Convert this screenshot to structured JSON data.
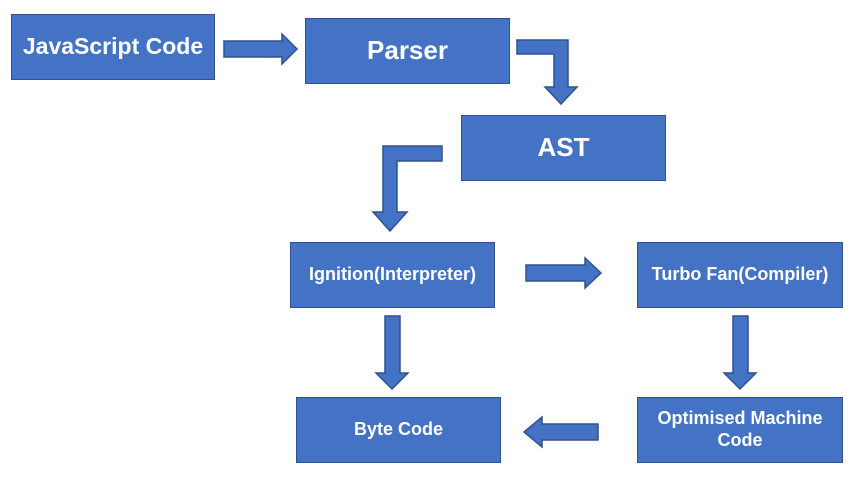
{
  "diagram": {
    "nodes": {
      "javascript_code": "JavaScript Code",
      "parser": "Parser",
      "ast": "AST",
      "ignition": "Ignition(Interpreter)",
      "turbofan": "Turbo Fan(Compiler)",
      "byte_code": "Byte Code",
      "optimised_code": "Optimised Machine Code"
    },
    "edges": [
      {
        "from": "javascript_code",
        "to": "parser"
      },
      {
        "from": "parser",
        "to": "ast"
      },
      {
        "from": "ast",
        "to": "ignition"
      },
      {
        "from": "ignition",
        "to": "turbofan"
      },
      {
        "from": "ignition",
        "to": "byte_code"
      },
      {
        "from": "turbofan",
        "to": "optimised_code"
      },
      {
        "from": "optimised_code",
        "to": "byte_code"
      }
    ],
    "colors": {
      "box_fill": "#4472c4",
      "box_border": "#2f528f",
      "text": "#ffffff"
    }
  }
}
